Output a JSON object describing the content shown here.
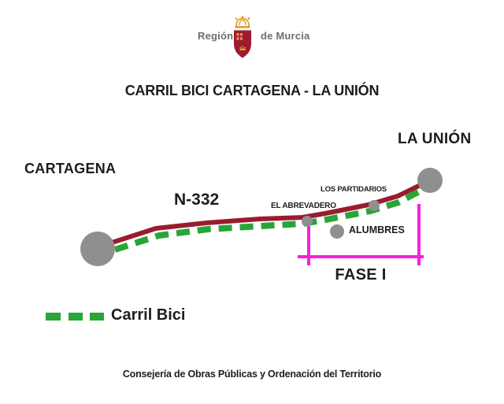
{
  "logo": {
    "region_text": "Región",
    "murcia_text": "de Murcia",
    "emblem_icon": "murcia-coat-of-arms",
    "colors": {
      "shield_red": "#9E1B32",
      "gold": "#DD9E33",
      "text_gray": "#6D6E71"
    }
  },
  "title": "CARRIL BICI CARTAGENA - LA UNIÓN",
  "map": {
    "city_start": "CARTAGENA",
    "city_end": "LA UNIÓN",
    "road_label": "N-332",
    "stops": [
      {
        "label": "EL ABREVADERO"
      },
      {
        "label": "LOS PARTIDARIOS"
      },
      {
        "label": "ALUMBRES"
      }
    ],
    "phase_label": "FASE I",
    "colors": {
      "road": "#9B1B2E",
      "bike_path": "#27A637",
      "bracket": "#F520E0",
      "node_gray": "#8F8F8F"
    }
  },
  "legend": {
    "bike_path_label": "Carril Bici"
  },
  "footer": "Consejería de Obras Públicas y Ordenación del Territorio"
}
